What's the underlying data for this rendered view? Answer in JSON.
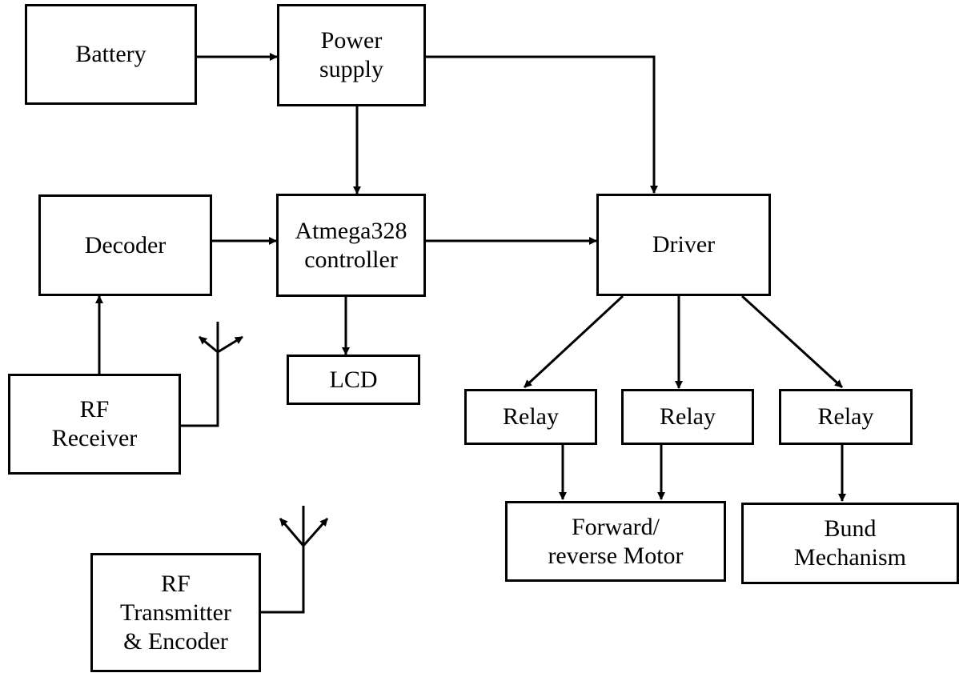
{
  "blocks": {
    "battery": [
      "Battery"
    ],
    "power_supply": [
      "Power",
      "supply"
    ],
    "decoder": [
      "Decoder"
    ],
    "controller": [
      "Atmega328",
      "controller"
    ],
    "driver": [
      "Driver"
    ],
    "lcd": [
      "LCD"
    ],
    "rf_receiver": [
      "RF",
      "Receiver"
    ],
    "relay_1": [
      "Relay"
    ],
    "relay_2": [
      "Relay"
    ],
    "relay_3": [
      "Relay"
    ],
    "motor": [
      "Forward/",
      "reverse Motor"
    ],
    "bund": [
      "Bund",
      "Mechanism"
    ],
    "rf_transmitter": [
      "RF",
      "Transmitter",
      "& Encoder"
    ]
  }
}
